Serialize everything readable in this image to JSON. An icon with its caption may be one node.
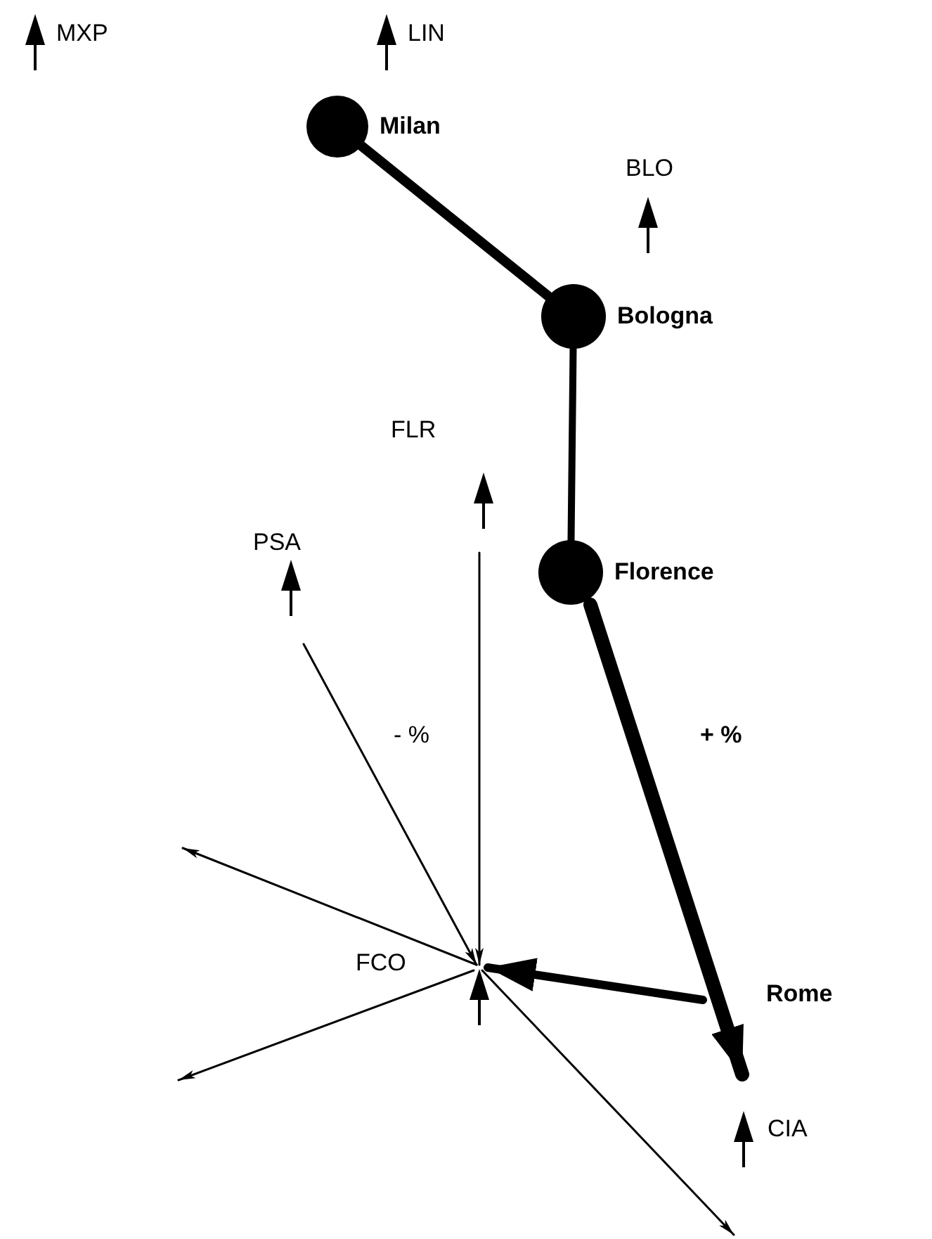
{
  "diagram": {
    "nodes": [
      {
        "text": [
          "MXP"
        ]
      },
      {
        "text": [
          "LIN"
        ]
      },
      {
        "text": [
          "Milan"
        ]
      },
      {
        "text": [
          "BLO"
        ]
      },
      {
        "text": [
          "Bologna"
        ]
      },
      {
        "text": [
          "FLR"
        ]
      },
      {
        "text": [
          "PSA"
        ]
      },
      {
        "text": [
          "Florence"
        ]
      },
      {
        "text": [
          "FCO"
        ]
      },
      {
        "text": [
          "Rome"
        ]
      },
      {
        "text": [
          "CIA"
        ]
      }
    ],
    "edges": [
      {
        "from": 2,
        "to": 4,
        "arrow": "none",
        "style": "thick"
      },
      {
        "from": 4,
        "to": 7,
        "arrow": "none",
        "style": "thick"
      },
      {
        "from": 7,
        "to": 9,
        "arrow": "to",
        "style": "thick"
      },
      {
        "from": 6,
        "to": 8,
        "arrow": "to"
      },
      {
        "from": 5,
        "to": 8,
        "arrow": "to"
      },
      {
        "from": 9,
        "to": 8,
        "arrow": "to",
        "style": "thick"
      },
      {
        "from": 8,
        "to": null,
        "arrow": "to"
      },
      {
        "from": 8,
        "to": null,
        "arrow": "to"
      },
      {
        "from": 8,
        "to": null,
        "arrow": "to"
      }
    ],
    "labels": [
      "- %",
      "+ %"
    ]
  }
}
